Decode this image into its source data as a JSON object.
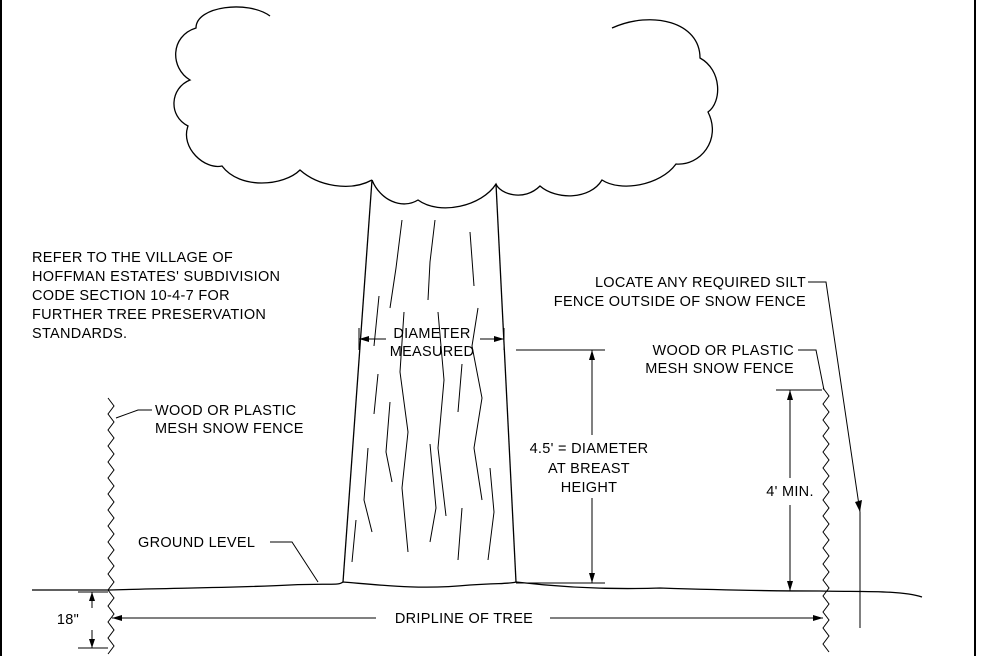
{
  "notes": {
    "preservation": [
      "REFER TO THE VILLAGE OF",
      "HOFFMAN ESTATES' SUBDIVISION",
      "CODE SECTION 10-4-7 FOR",
      "FURTHER TREE PRESERVATION",
      "STANDARDS."
    ],
    "silt_fence": [
      "LOCATE ANY REQUIRED SILT",
      "FENCE OUTSIDE OF SNOW FENCE"
    ]
  },
  "labels": {
    "left_fence": [
      "WOOD OR PLASTIC",
      "MESH SNOW FENCE"
    ],
    "right_fence": [
      "WOOD OR PLASTIC",
      "MESH SNOW FENCE"
    ],
    "diameter": [
      "DIAMETER",
      "MEASURED"
    ],
    "breast_height": [
      "4.5' = DIAMETER",
      "AT BREAST",
      "HEIGHT"
    ],
    "fence_height": "4' MIN.",
    "ground_level": "GROUND LEVEL",
    "dripline": "DRIPLINE OF TREE",
    "depth": "18\""
  }
}
